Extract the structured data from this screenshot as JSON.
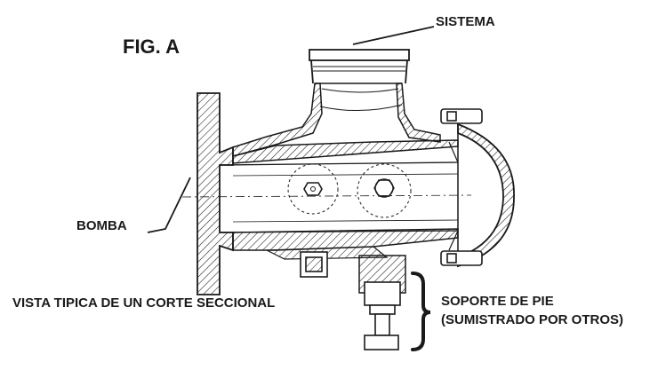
{
  "figure": {
    "title": "FIG. A"
  },
  "labels": {
    "sistema": "SISTEMA",
    "bomba": "BOMBA",
    "vista": "VISTA TIPICA DE UN CORTE SECCIONAL",
    "soporte_line1": "SOPORTE DE PIE",
    "soporte_line2": "(SUMISTRADO POR OTROS)"
  },
  "colors": {
    "ink": "#1a1a1a",
    "background": "#ffffff"
  }
}
